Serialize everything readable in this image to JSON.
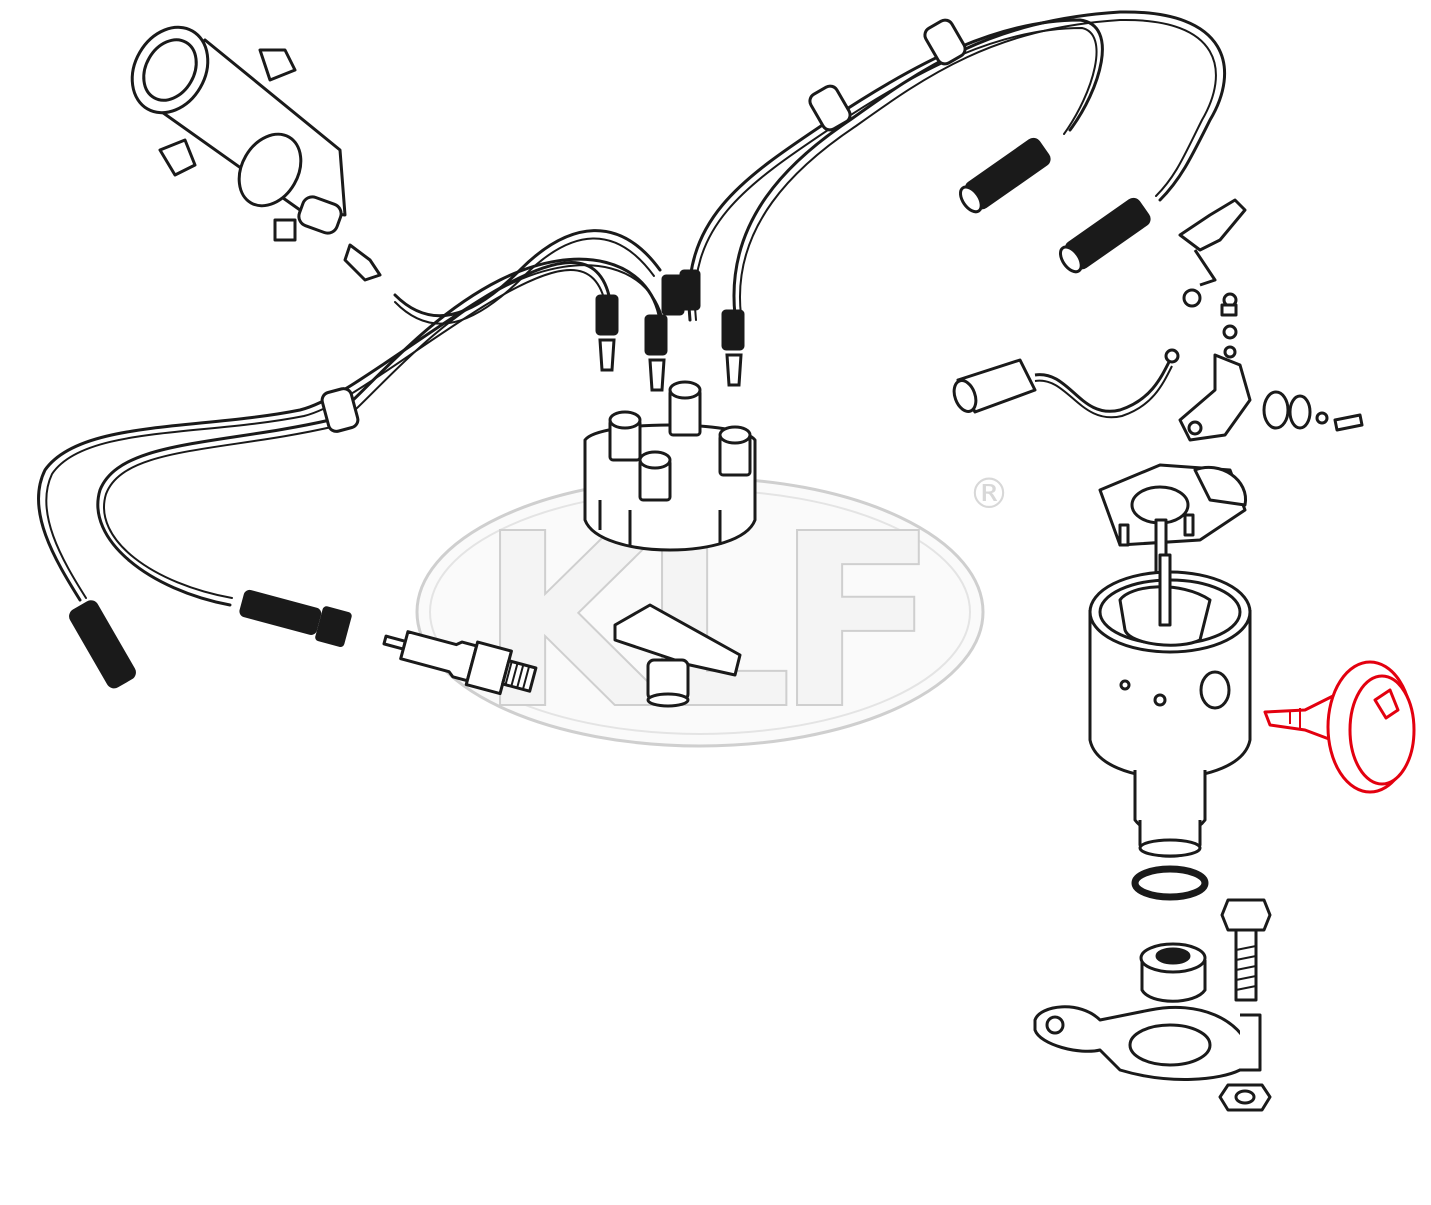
{
  "watermark": {
    "letters": [
      "K",
      "L",
      "F"
    ],
    "registered_mark": "®",
    "color": "#f3f3f3",
    "stroke": "#cfcfcf"
  },
  "highlight_color": "#e3000f",
  "line_color": "#1a1a1a",
  "parts": [
    {
      "id": "ignition-coil",
      "icon": "ignition-coil-icon"
    },
    {
      "id": "distributor-cap",
      "icon": "distributor-cap-icon"
    },
    {
      "id": "ignition-leads",
      "icon": "ignition-leads-icon"
    },
    {
      "id": "spark-plug-connectors",
      "icon": "plug-connector-icon"
    },
    {
      "id": "spark-plug",
      "icon": "spark-plug-icon"
    },
    {
      "id": "rotor",
      "icon": "rotor-icon"
    },
    {
      "id": "contact-points",
      "icon": "contact-points-icon"
    },
    {
      "id": "condenser",
      "icon": "condenser-icon"
    },
    {
      "id": "breaker-plate",
      "icon": "breaker-plate-icon"
    },
    {
      "id": "distributor-body",
      "icon": "distributor-body-icon"
    },
    {
      "id": "vacuum-advance-unit",
      "icon": "vacuum-advance-icon",
      "highlighted": true
    },
    {
      "id": "o-ring",
      "icon": "o-ring-icon"
    },
    {
      "id": "distributor-bushing",
      "icon": "bushing-icon"
    },
    {
      "id": "clamp-bolt",
      "icon": "bolt-icon"
    },
    {
      "id": "distributor-clamp",
      "icon": "clamp-icon"
    },
    {
      "id": "nut",
      "icon": "nut-icon"
    }
  ]
}
